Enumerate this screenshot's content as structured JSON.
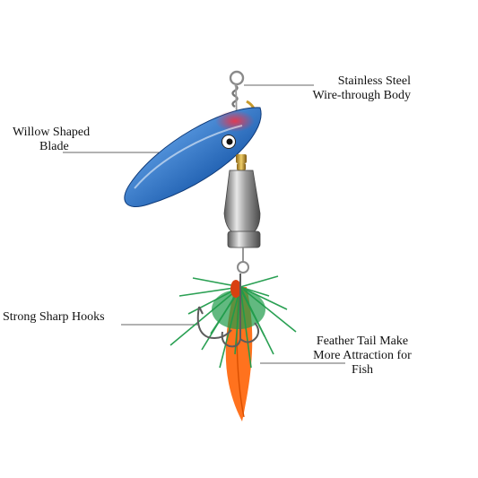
{
  "callouts": {
    "body": {
      "line1": "Stainless Steel",
      "line2": "Wire-through Body"
    },
    "blade": {
      "line1": "Willow Shaped",
      "line2": "Blade"
    },
    "hooks": {
      "line1": "Strong Sharp Hooks"
    },
    "feather": {
      "line1": "Feather Tail Make",
      "line2": "More Attraction for",
      "line3": "Fish"
    }
  },
  "colors": {
    "blade_blue": "#1f63b8",
    "blade_red": "#d8354a",
    "feather_green": "#1f9b4a",
    "feather_orange": "#ff6a12",
    "metal": "#9a9a9a",
    "brass": "#c89a2a",
    "leader_line": "#333333"
  },
  "icons": {
    "lure": "spinner-lure-illustration"
  }
}
